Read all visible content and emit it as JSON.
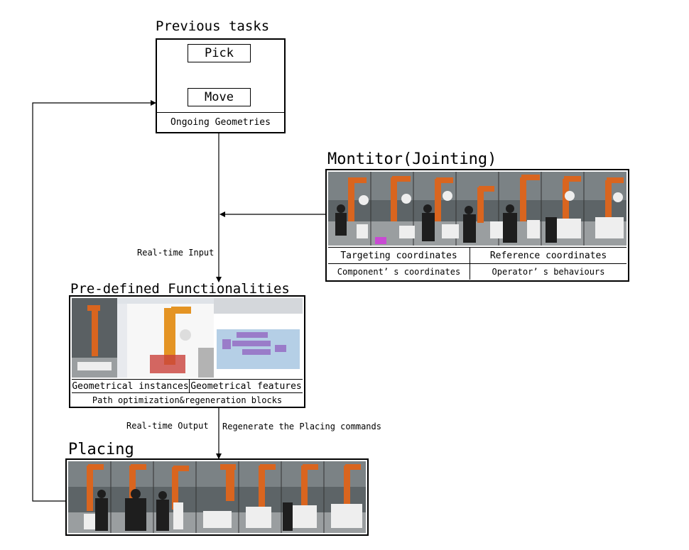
{
  "previous_tasks": {
    "title": "Previous tasks",
    "steps": [
      "Pick",
      "Move"
    ],
    "footer": "Ongoing Geometries"
  },
  "monitor": {
    "title": "Montitor(Jointing)",
    "cells": [
      "Targeting coordinates",
      "Reference coordinates",
      "Component’ s coordinates",
      "Operator’ s behaviours"
    ]
  },
  "functionalities": {
    "title": "Pre-defined Functionalities",
    "cells": [
      "Geometrical instances",
      "Geometrical features"
    ],
    "footer": "Path optimization&regeneration blocks"
  },
  "placing": {
    "title": "Placing"
  },
  "flow_labels": {
    "realtime_input": "Real-time Input",
    "realtime_output": "Real-time Output",
    "regenerate": "Regenerate the Placing commands"
  },
  "colors": {
    "robot_orange": "#d9651f",
    "floor_gray": "#8e9396",
    "software_purple": "#9a7cc9",
    "software_blue": "#b5cfe6"
  }
}
